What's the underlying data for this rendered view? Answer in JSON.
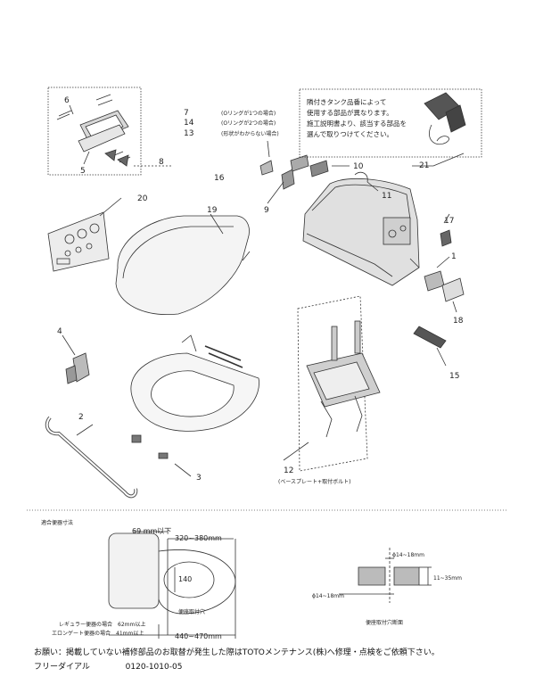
{
  "parts": {
    "p1": "1",
    "p2": "2",
    "p3": "3",
    "p4": "4",
    "p5": "5",
    "p6": "6",
    "p7": "7",
    "p8": "8",
    "p9": "9",
    "p10": "10",
    "p11": "11",
    "p12": "12",
    "p13": "13",
    "p14": "14",
    "p15": "15",
    "p16": "16",
    "p17": "17",
    "p18": "18",
    "p19": "19",
    "p20": "20",
    "p21": "21"
  },
  "oring_notes": {
    "n7": "(Oリングが1つの場合)",
    "n14": "(Oリングが2つの場合)",
    "n13": "(形状がわからない場合)"
  },
  "tank_note": {
    "line1": "隣付きタンク品番によって",
    "line2": "使用する部品が異なります。",
    "line3": "施工説明書より、該当する部品を",
    "line4": "選んで取りつけてください。"
  },
  "base_plate_label": "(ベースプレート+取付ボルト)",
  "dimensions": {
    "title": "適合便器寸法",
    "d69": "69 mm以下",
    "d320": "320~380mm",
    "d140": "140",
    "hole_label": "便座取付穴",
    "regular": "レギュラー便器の場合　62mm以上",
    "elongate": "エロンゲート便器の場合　41mm以上",
    "d440": "440~470mm",
    "phi_top": "ϕ14~18mm",
    "phi_bottom": "ϕ14~18mm",
    "thickness": "11~35mm",
    "section_label": "便座取付穴断面"
  },
  "footer": {
    "request": "お願い：掲載していない補修部品のお取替が発生した際はTOTOメンテナンス(株)へ修理・点検をご依頼下さい。",
    "freedial_label": "フリーダイアル",
    "freedial_number": "0120-1010-05"
  }
}
